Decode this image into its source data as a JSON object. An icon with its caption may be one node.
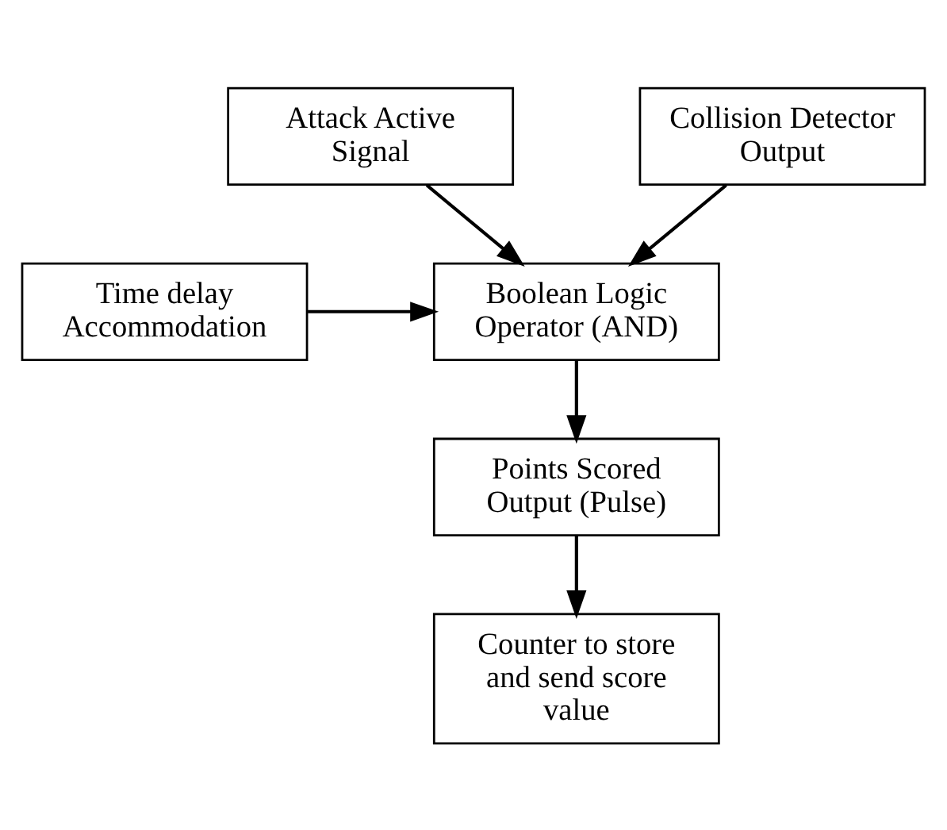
{
  "diagram": {
    "nodes": [
      {
        "text": [
          "Attack Active Signal"
        ]
      },
      {
        "text": [
          "Collision Detector Output"
        ]
      },
      {
        "text": [
          "Boolean Logic Operator (AND)"
        ]
      },
      {
        "text": [
          "Time delay Accommodation"
        ]
      },
      {
        "text": [
          "Points Scored Output (Pulse)"
        ]
      },
      {
        "text": [
          "Counter to store and send score value"
        ]
      }
    ],
    "edges": [
      {
        "from": 0,
        "to": 2,
        "arrow": "to"
      },
      {
        "from": 1,
        "to": 2,
        "arrow": "to"
      },
      {
        "from": 3,
        "to": 2,
        "arrow": "to"
      },
      {
        "from": 2,
        "to": 4,
        "arrow": "to"
      },
      {
        "from": 4,
        "to": 5,
        "arrow": "to"
      }
    ]
  }
}
